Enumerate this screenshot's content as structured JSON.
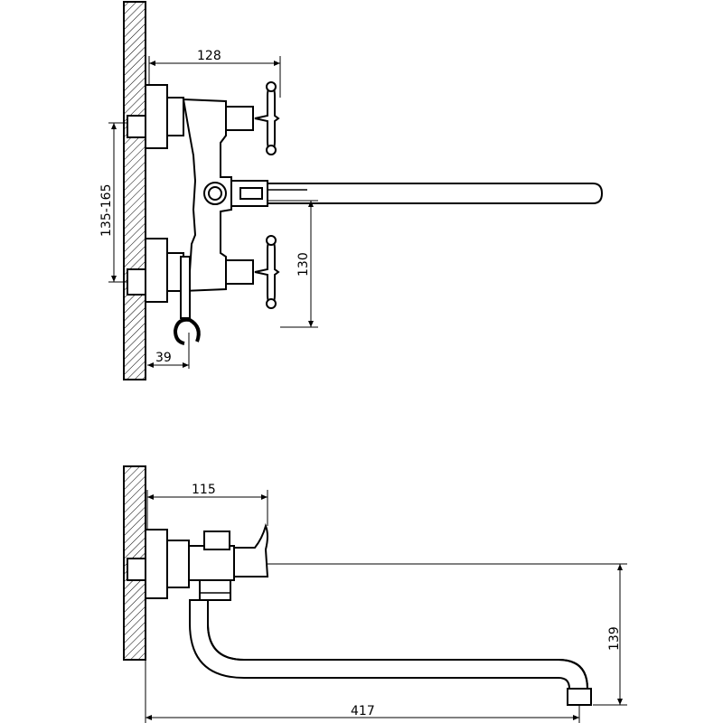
{
  "drawing": {
    "top_view": {
      "dim_width": "128",
      "dim_spacing": "135-165",
      "dim_height": "130",
      "dim_holder": "39"
    },
    "side_view": {
      "dim_depth": "115",
      "dim_spout_drop": "139",
      "dim_spout_length": "417"
    }
  },
  "colors": {
    "line": "#000000",
    "background": "#ffffff"
  }
}
